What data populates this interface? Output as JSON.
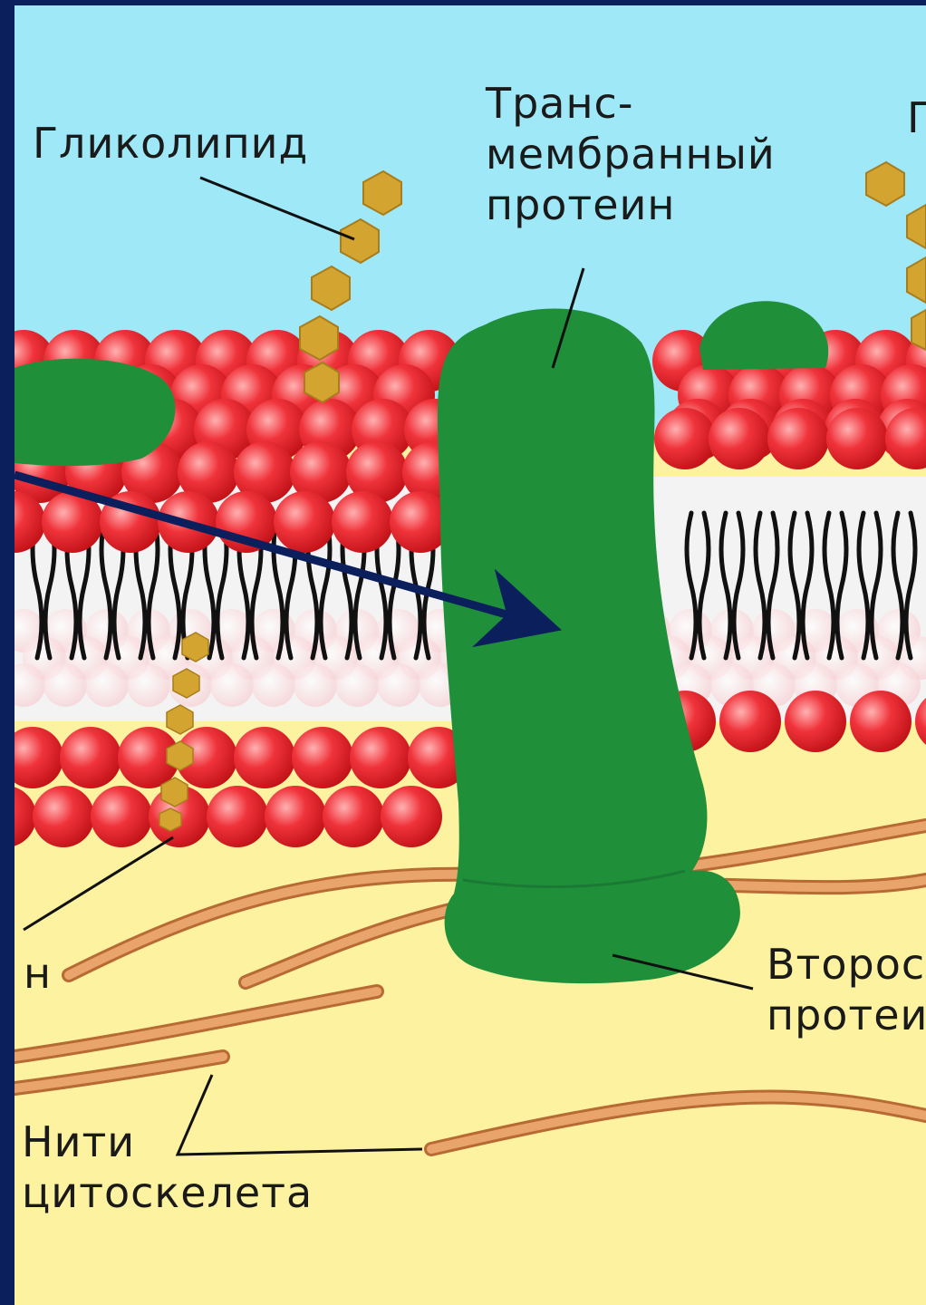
{
  "diagram": {
    "labels": {
      "glycolipid": "Гликолипид",
      "transmembrane_protein": "Транс-\nмембранный\nпротеин",
      "partial_top_right": "Г",
      "partial_left": "н",
      "secondary_protein": "Второс\nпротеи",
      "cytoskeleton": "Нити\nцитоскелета"
    },
    "colors": {
      "frame": "#0b1f5c",
      "sky": "#9ee8f7",
      "cytoplasm": "#fdf2a0",
      "membrane_core": "#f3f3f3",
      "lipid_head": "#e8202a",
      "protein": "#1f8f3a",
      "sugar": "#d4a431",
      "filament": "#d98b4f",
      "arrow": "#0b1f5c"
    }
  }
}
